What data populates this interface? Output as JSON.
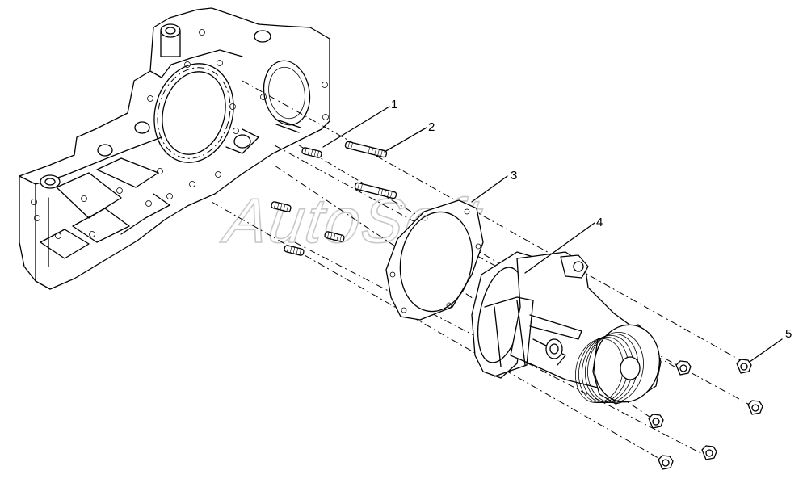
{
  "watermark": "AutoSoft",
  "callouts": [
    {
      "number": "1"
    },
    {
      "number": "2"
    },
    {
      "number": "3"
    },
    {
      "number": "4"
    },
    {
      "number": "5"
    }
  ]
}
